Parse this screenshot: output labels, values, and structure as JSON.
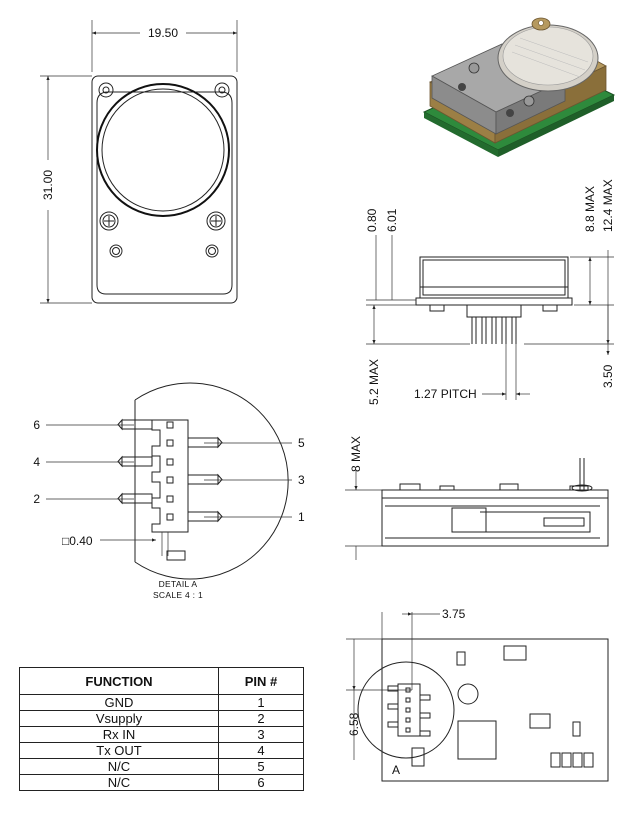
{
  "dimensions": {
    "width": "19.50",
    "height": "31.00",
    "d080": "0.80",
    "d601": "6.01",
    "d88max": "8.8 MAX",
    "d124max": "12.4 MAX",
    "d52max": "5.2 MAX",
    "d350": "3.50",
    "pitch": "1.27 PITCH",
    "d8max": "8 MAX",
    "d375": "3.75",
    "d658": "6.58",
    "pin_square": "□0.40"
  },
  "detail": {
    "title": "DETAIL A",
    "scale": "SCALE 4 : 1",
    "pins": [
      "6",
      "5",
      "4",
      "3",
      "2",
      "1"
    ],
    "ref_label": "A"
  },
  "pin_table": {
    "headers": [
      "FUNCTION",
      "PIN #"
    ],
    "rows": [
      {
        "function": "GND",
        "pin": "1"
      },
      {
        "function": "Vsupply",
        "pin": "2"
      },
      {
        "function": "Rx IN",
        "pin": "3"
      },
      {
        "function": "Tx OUT",
        "pin": "4"
      },
      {
        "function": "N/C",
        "pin": "5"
      },
      {
        "function": "N/C",
        "pin": "6"
      }
    ]
  },
  "colors": {
    "pcb_green": "#2e8a3c",
    "body_tan": "#a58a55",
    "metal_gray": "#9a9a9a"
  }
}
